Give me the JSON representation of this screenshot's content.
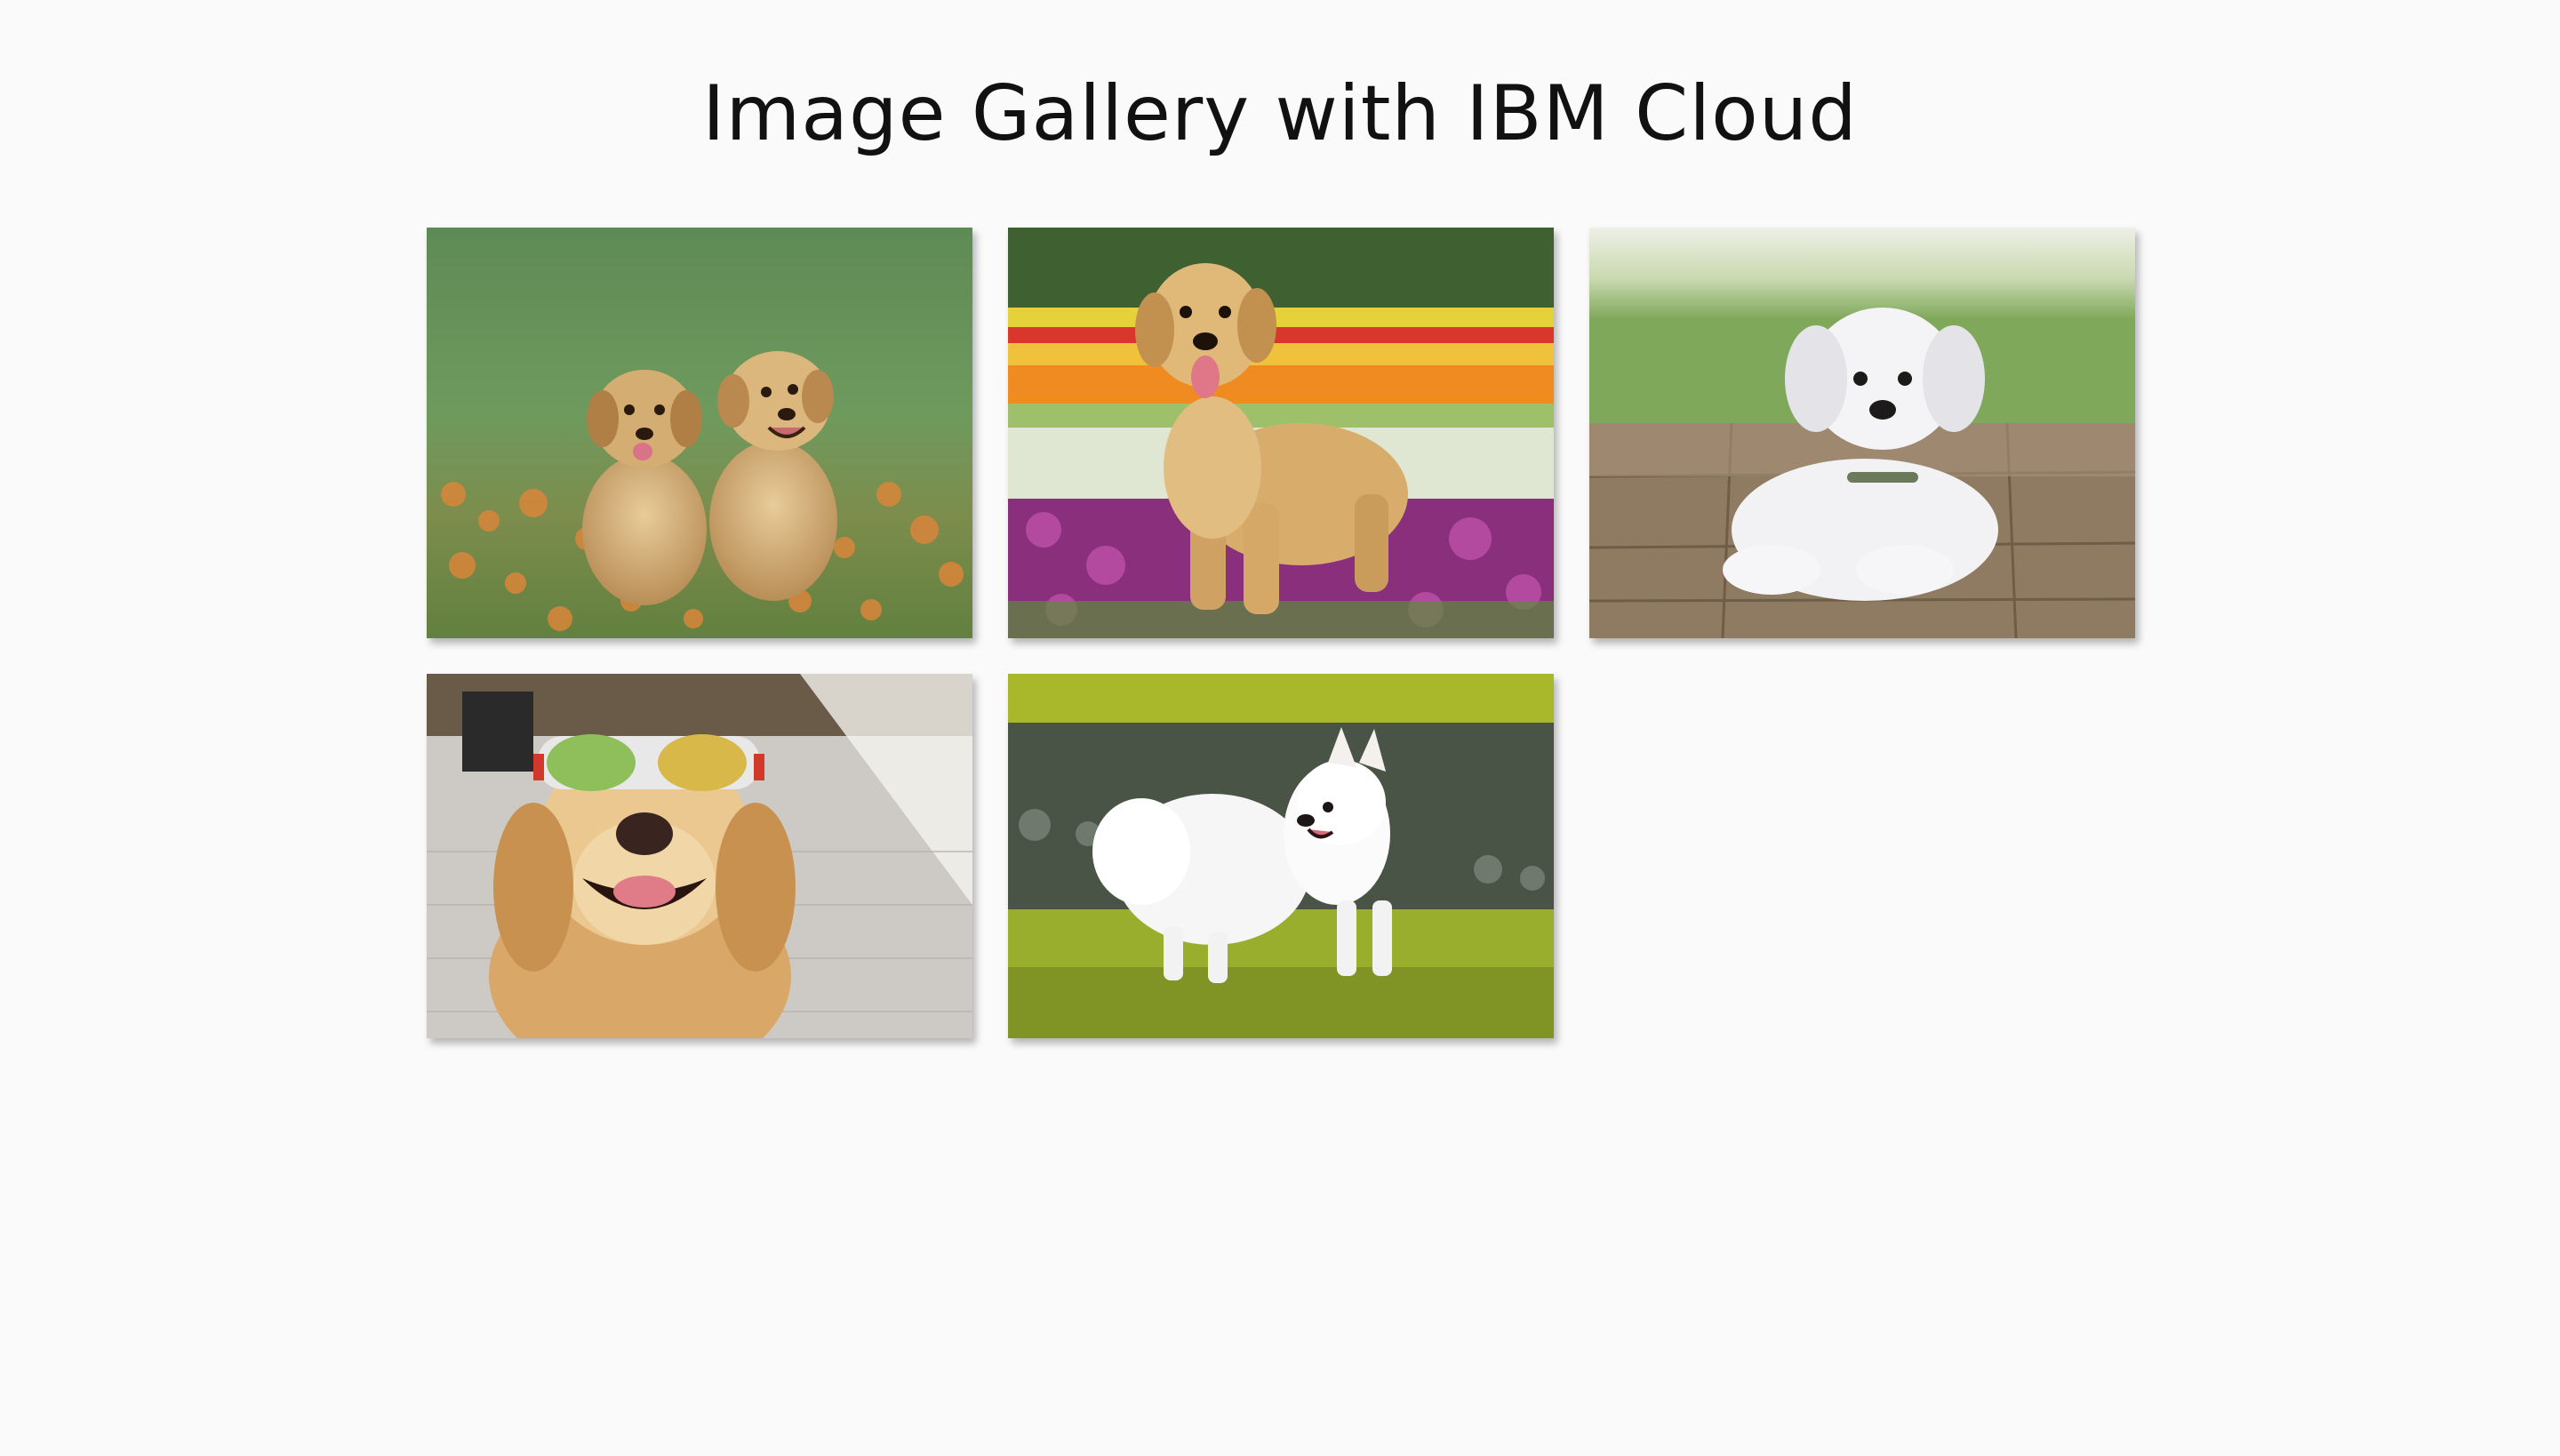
{
  "page": {
    "title": "Image Gallery with IBM Cloud"
  },
  "gallery": {
    "images": [
      {
        "alt": "Two golden retriever puppies sitting in grass with orange flowers"
      },
      {
        "alt": "Golden retriever standing in a colorful flower field"
      },
      {
        "alt": "White puppy lying on a wooden deck"
      },
      {
        "alt": "Golden retriever wearing sunglasses on a sidewalk"
      },
      {
        "alt": "White Japanese spitz standing on grass by water"
      }
    ]
  },
  "colors": {
    "background": "#fafafa",
    "title_text": "#111111"
  }
}
